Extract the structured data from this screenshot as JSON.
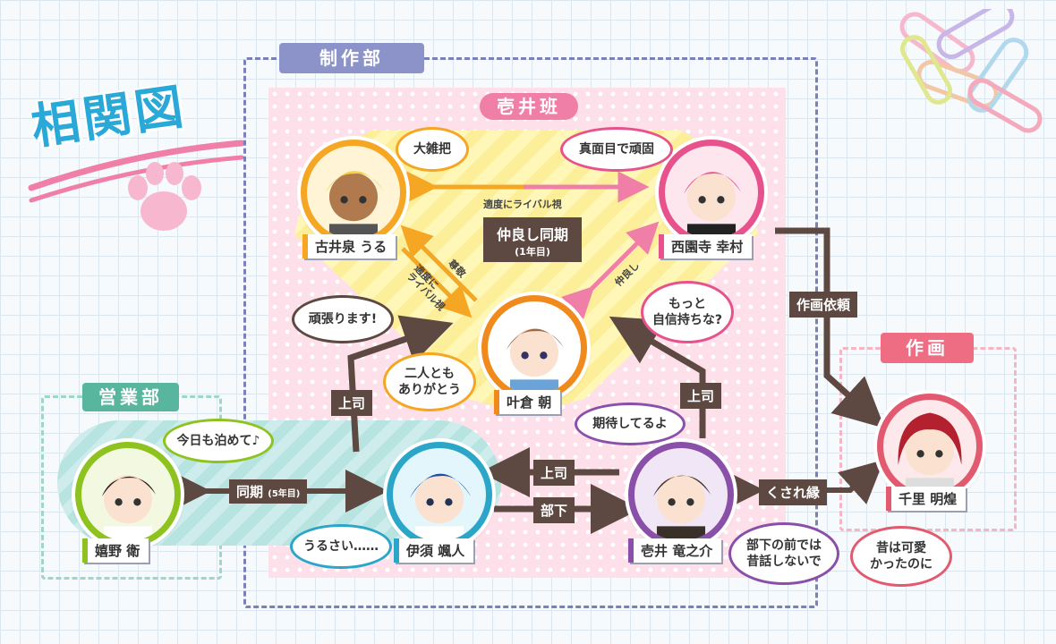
{
  "title": "相関図",
  "groups": {
    "production": "制作部",
    "team": "壱井班",
    "sales": "営業部",
    "animation": "作画"
  },
  "characters": {
    "urur": {
      "name": "古井泉 うる",
      "color": "#f5a623",
      "bubble": "大雑把"
    },
    "kouson": {
      "name": "西園寺 幸村",
      "color": "#e8528c",
      "bubble": "真面目で頑固"
    },
    "asahi": {
      "name": "叶倉 朝",
      "color": "#f08a1c",
      "bubble": "二人とも\nありがとう"
    },
    "mamoru": {
      "name": "嬉野 衛",
      "color": "#8ec21f",
      "bubble": "今日も泊めて♪"
    },
    "hayato": {
      "name": "伊須 颯人",
      "color": "#2ba6c9",
      "bubble": "うるさい……"
    },
    "ryunosuke": {
      "name": "壱井 竜之介",
      "color": "#8a4fa8",
      "bubble": "部下の前では\n昔話しないで"
    },
    "akira": {
      "name": "千里 明煌",
      "color": "#e15a6f",
      "bubble": "昔は可愛\nかったのに"
    }
  },
  "extra_bubbles": {
    "urur_cheer": "頑張ります!",
    "kouson_advice": "もっと\n自信持ちな?",
    "ryunosuke_expect": "期待してるよ"
  },
  "relations": {
    "rival_top": "適度にライバル視",
    "center_title": "仲良し同期",
    "center_sub": "(1年目)",
    "respect": "尊敬",
    "moderate_rival": "適度に\nライバル視",
    "friendly": "仲良し",
    "boss_left": "上司",
    "boss_right": "上司",
    "request": "作画依頼",
    "doki_main": "同期",
    "doki_sub": "(5年目)",
    "boss_mid": "上司",
    "subordinate": "部下",
    "kusare": "くされ縁"
  },
  "colors": {
    "relation_arrow": "#5d4942",
    "title_text": "#2aa8d8",
    "production_tag": "#8c93c9",
    "team_tag": "#ef7fa6",
    "sales_tag": "#58b59e",
    "animation_tag": "#ee6d83"
  }
}
